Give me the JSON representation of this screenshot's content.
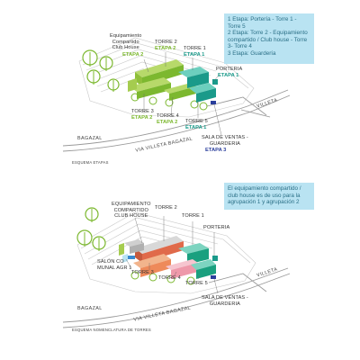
{
  "diagram_top": {
    "labels": {
      "equipamiento": [
        "Equipamiento",
        "Compartido",
        "Club House"
      ],
      "torre2": "TORRE 2",
      "torre1": "TORRE 1",
      "porteria": "PORTERIA",
      "torre3": "TORRE 3",
      "torre4": "TORRE 4",
      "torre5": "TORRE 5",
      "sala": [
        "SALA DE VENTAS -",
        "GUARDERIA"
      ],
      "villeta": "VILLETA",
      "bagazal": "BAGAZAL",
      "via_villeta": "VIA VILLETA BAGAZAL"
    },
    "stages": {
      "equipamiento": "ETAPA 2",
      "torre2": "ETAPA 2",
      "torre1": "ETAPA 1",
      "porteria": "ETAPA 1",
      "torre3": "ETAPA 2",
      "torre4": "ETAPA 2",
      "torre5": "ETAPA 1",
      "sala": "ETAPA 3"
    },
    "note_lines": [
      "1 Etapa: Portería - Torre 1 -",
      "Torre 5",
      "2 Etapa: Torre 2 - Equipamiento",
      "compartido / Club house - Torre",
      "3- Torre 4",
      "3 Etapa: Guardería"
    ],
    "caption": "ESQUEMA ETAPAS"
  },
  "diagram_bottom": {
    "labels": {
      "equipamiento": [
        "EQUIPAMIENTO",
        "COMPARTIDO",
        "CLUB HOUSE"
      ],
      "torre2": "TORRE 2",
      "torre1": "TORRE 1",
      "porteria": "PORTERIA",
      "salon": [
        "SALÓN CO",
        "MUNAL AGR 1"
      ],
      "torre3": "TORRE 3",
      "torre4": "TORRE 4",
      "torre5": "TORRE 5",
      "sala": [
        "SALA DE VENTAS -",
        "GUARDERIA"
      ],
      "villeta": "VILLETA",
      "bagazal": "BAGAZAL",
      "via_villeta": "VIA VILLETA BAGAZAL"
    },
    "note_lines": [
      "El equipamiento compartido /",
      "club house es de uso para la",
      "agrupación 1 y agrupación 2"
    ],
    "caption": "ESQUEMA NOMENCLATURA DE TORRES"
  },
  "colors": {
    "etapa1": "#1a9a8a",
    "etapa2": "#7cb82f",
    "etapa3": "#2a3e9c",
    "note_bg": "#b9e3f2",
    "note_text": "#2a6f86"
  }
}
